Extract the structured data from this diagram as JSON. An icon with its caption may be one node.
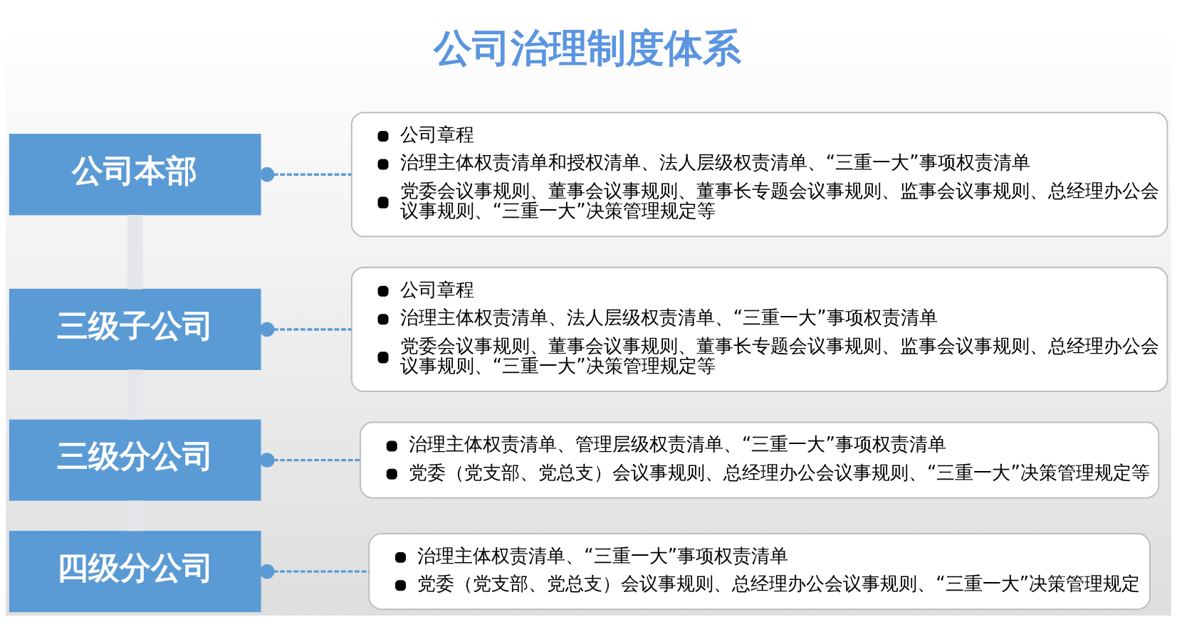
{
  "diagram": {
    "title": "公司治理制度体系",
    "nodes": [
      {
        "text": [
          "公司本部"
        ]
      },
      {
        "text": [
          "公司章程",
          "治理主体权责清单和授权清单、法人层级权责清单、“三重一大”事项权责清单",
          "党委会议事规则、董事会议事规则、董事长专题会议事规则、监事会议事规则、总经理办公会议事规则、“三重一大”决策管理规定等"
        ]
      },
      {
        "text": [
          "三级子公司"
        ]
      },
      {
        "text": [
          "公司章程",
          "治理主体权责清单、法人层级权责清单、“三重一大”事项权责清单",
          "党委会议事规则、董事会议事规则、董事长专题会议事规则、监事会议事规则、总经理办公会议事规则、“三重一大”决策管理规定等"
        ]
      },
      {
        "text": [
          "三级分公司"
        ]
      },
      {
        "text": [
          "治理主体权责清单、管理层级权责清单、“三重一大”事项权责清单",
          "党委（党支部、党总支）会议事规则、总经理办公会议事规则、“三重一大”决策管理规定等"
        ]
      },
      {
        "text": [
          "四级分公司"
        ]
      },
      {
        "text": [
          "治理主体权责清单、“三重一大”事项权责清单",
          "党委（党支部、党总支）会议事规则、总经理办公会议事规则、“三重一大”决策管理规定"
        ]
      }
    ],
    "edges": [
      {
        "from": 0,
        "to": 1,
        "arrow": "other",
        "style": "dashed"
      },
      {
        "from": 2,
        "to": 3,
        "arrow": "other",
        "style": "dashed"
      },
      {
        "from": 4,
        "to": 5,
        "arrow": "other",
        "style": "dashed"
      },
      {
        "from": 6,
        "to": 7,
        "arrow": "other",
        "style": "dashed"
      },
      {
        "from": 0,
        "to": 2,
        "arrow": "none",
        "style": "thick",
        "color": "#e6e7ea"
      },
      {
        "from": 2,
        "to": 4,
        "arrow": "none",
        "style": "thick",
        "color": "#e6e7ea"
      },
      {
        "from": 4,
        "to": 6,
        "arrow": "none",
        "style": "thick",
        "color": "#e6e7ea"
      }
    ]
  }
}
